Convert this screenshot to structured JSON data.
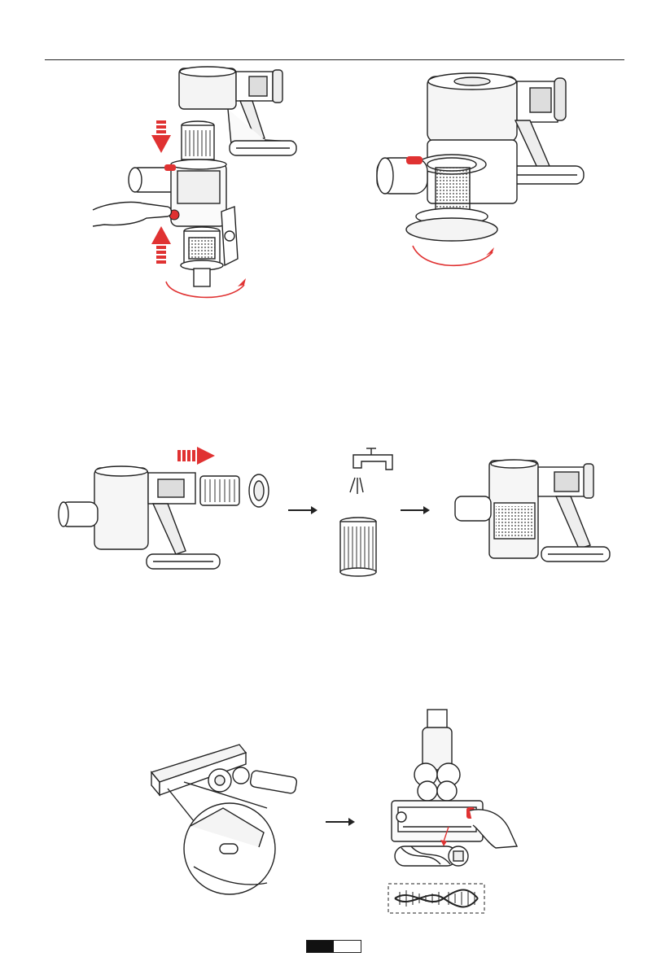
{
  "page": {
    "header_rule": true,
    "figures": [
      {
        "name": "dust-cup-removal-figure",
        "description_icon": "vacuum-dust-cup-release-icon"
      },
      {
        "name": "dust-cup-reattach-figure",
        "description_icon": "vacuum-dust-cup-rotate-icon"
      },
      {
        "name": "filter-removal-figure",
        "description_icon": "filter-remove-icon"
      },
      {
        "name": "filter-washing-figure",
        "description_icon": "faucet-filter-wash-icon"
      },
      {
        "name": "filter-reinstalled-figure",
        "description_icon": "vacuum-filter-installed-icon"
      },
      {
        "name": "brush-head-release-figure",
        "description_icon": "brush-head-zoom-icon"
      },
      {
        "name": "brush-roll-removal-figure",
        "description_icon": "brush-roll-remove-icon"
      }
    ],
    "accent_color": "#e03232",
    "line_color": "#222222"
  }
}
